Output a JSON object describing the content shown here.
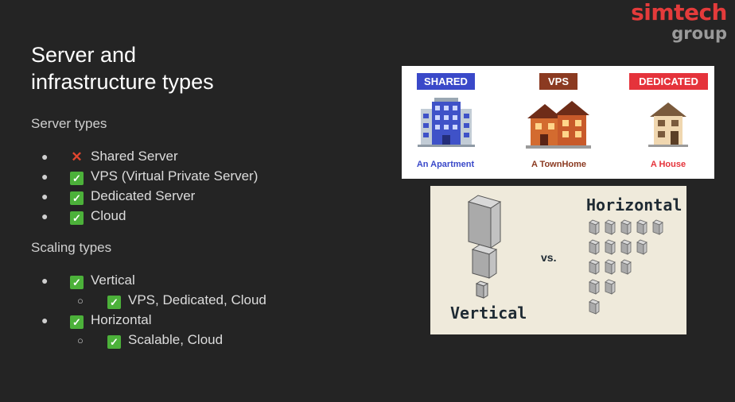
{
  "logo": {
    "line1": "simtech",
    "line2": "group",
    "brand_color": "#e43b3b"
  },
  "title_line1": "Server and",
  "title_line2": "infrastructure types",
  "server_types": {
    "heading": "Server types",
    "items": [
      {
        "status": "cross",
        "label": "Shared Server"
      },
      {
        "status": "check",
        "label": "VPS (Virtual Private Server)"
      },
      {
        "status": "check",
        "label": "Dedicated Server"
      },
      {
        "status": "check",
        "label": "Cloud"
      }
    ]
  },
  "scaling_types": {
    "heading": "Scaling types",
    "items": [
      {
        "status": "check",
        "label": "Vertical",
        "sub": {
          "status": "check",
          "label": "VPS, Dedicated, Cloud"
        }
      },
      {
        "status": "check",
        "label": "Horizontal",
        "sub": {
          "status": "check",
          "label": "Scalable,  Cloud"
        }
      }
    ]
  },
  "hosting_image": {
    "shared": {
      "badge": "SHARED",
      "caption": "An Apartment",
      "badge_color": "#3a49c9"
    },
    "vps": {
      "badge": "VPS",
      "caption": "A TownHome",
      "badge_color": "#8b3a21"
    },
    "dedicated": {
      "badge": "DEDICATED",
      "caption": "A House",
      "badge_color": "#e5333b"
    }
  },
  "scaling_image": {
    "vertical": "Vertical",
    "horizontal": "Horizontal",
    "vs": "vs."
  },
  "icons": {
    "check": "✓",
    "cross": "✕",
    "bullet": "●",
    "sub_bullet": "○"
  }
}
